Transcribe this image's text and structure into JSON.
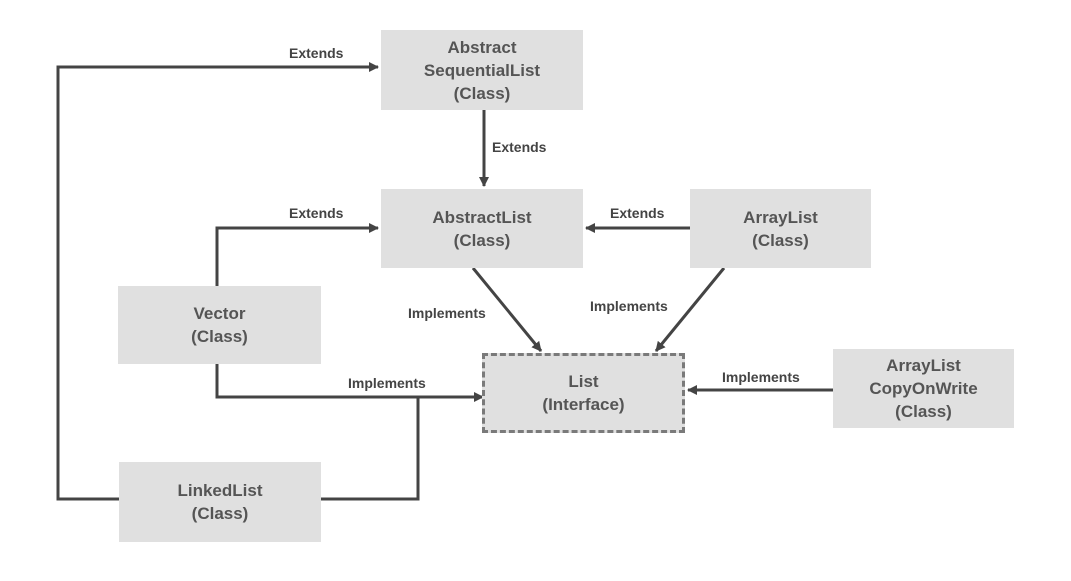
{
  "nodes": {
    "abstract_sequential_list": {
      "lines": [
        "Abstract",
        "SequentialList",
        "(Class)"
      ]
    },
    "abstract_list": {
      "lines": [
        "AbstractList",
        "(Class)"
      ]
    },
    "array_list": {
      "lines": [
        "ArrayList",
        "(Class)"
      ]
    },
    "vector": {
      "lines": [
        "Vector",
        "(Class)"
      ]
    },
    "list": {
      "lines": [
        "List",
        "(Interface)"
      ]
    },
    "array_list_copy_on_write": {
      "lines": [
        "ArrayList",
        "CopyOnWrite",
        "(Class)"
      ]
    },
    "linked_list": {
      "lines": [
        "LinkedList",
        "(Class)"
      ]
    }
  },
  "edges": {
    "linkedlist_to_abstract_sequential": "Extends",
    "abstract_sequential_to_abstract_list": "Extends",
    "vector_to_abstract_list": "Extends",
    "array_list_to_abstract_list": "Extends",
    "abstract_list_to_list": "Implements",
    "array_list_to_list": "Implements",
    "vector_and_linkedlist_to_list": "Implements",
    "copy_on_write_to_list": "Implements"
  }
}
